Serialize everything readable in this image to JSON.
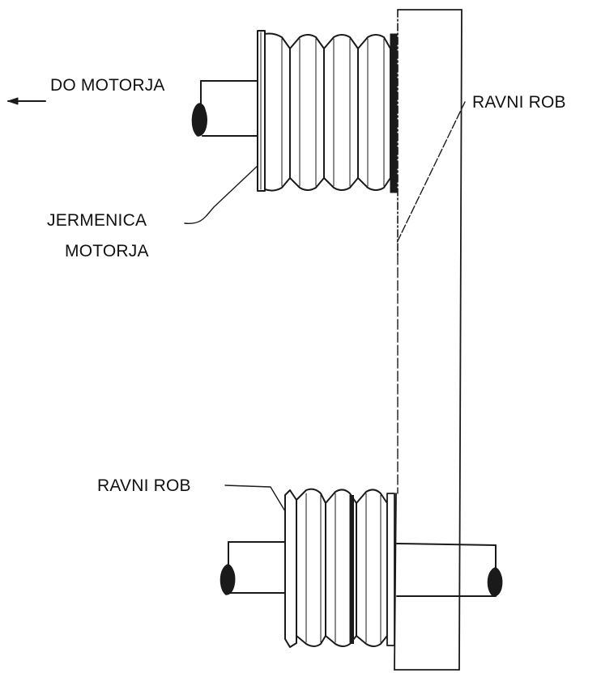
{
  "labels": {
    "do_motorja": "DO MOTORJA",
    "ravni_rob_top": "RAVNI ROB",
    "jermenica_line1": "JERMENICA",
    "jermenica_line2": "MOTORJA",
    "ravni_rob_bottom": "RAVNI ROB"
  },
  "colors": {
    "ink": "#1a1a1a",
    "background": "#ffffff"
  }
}
